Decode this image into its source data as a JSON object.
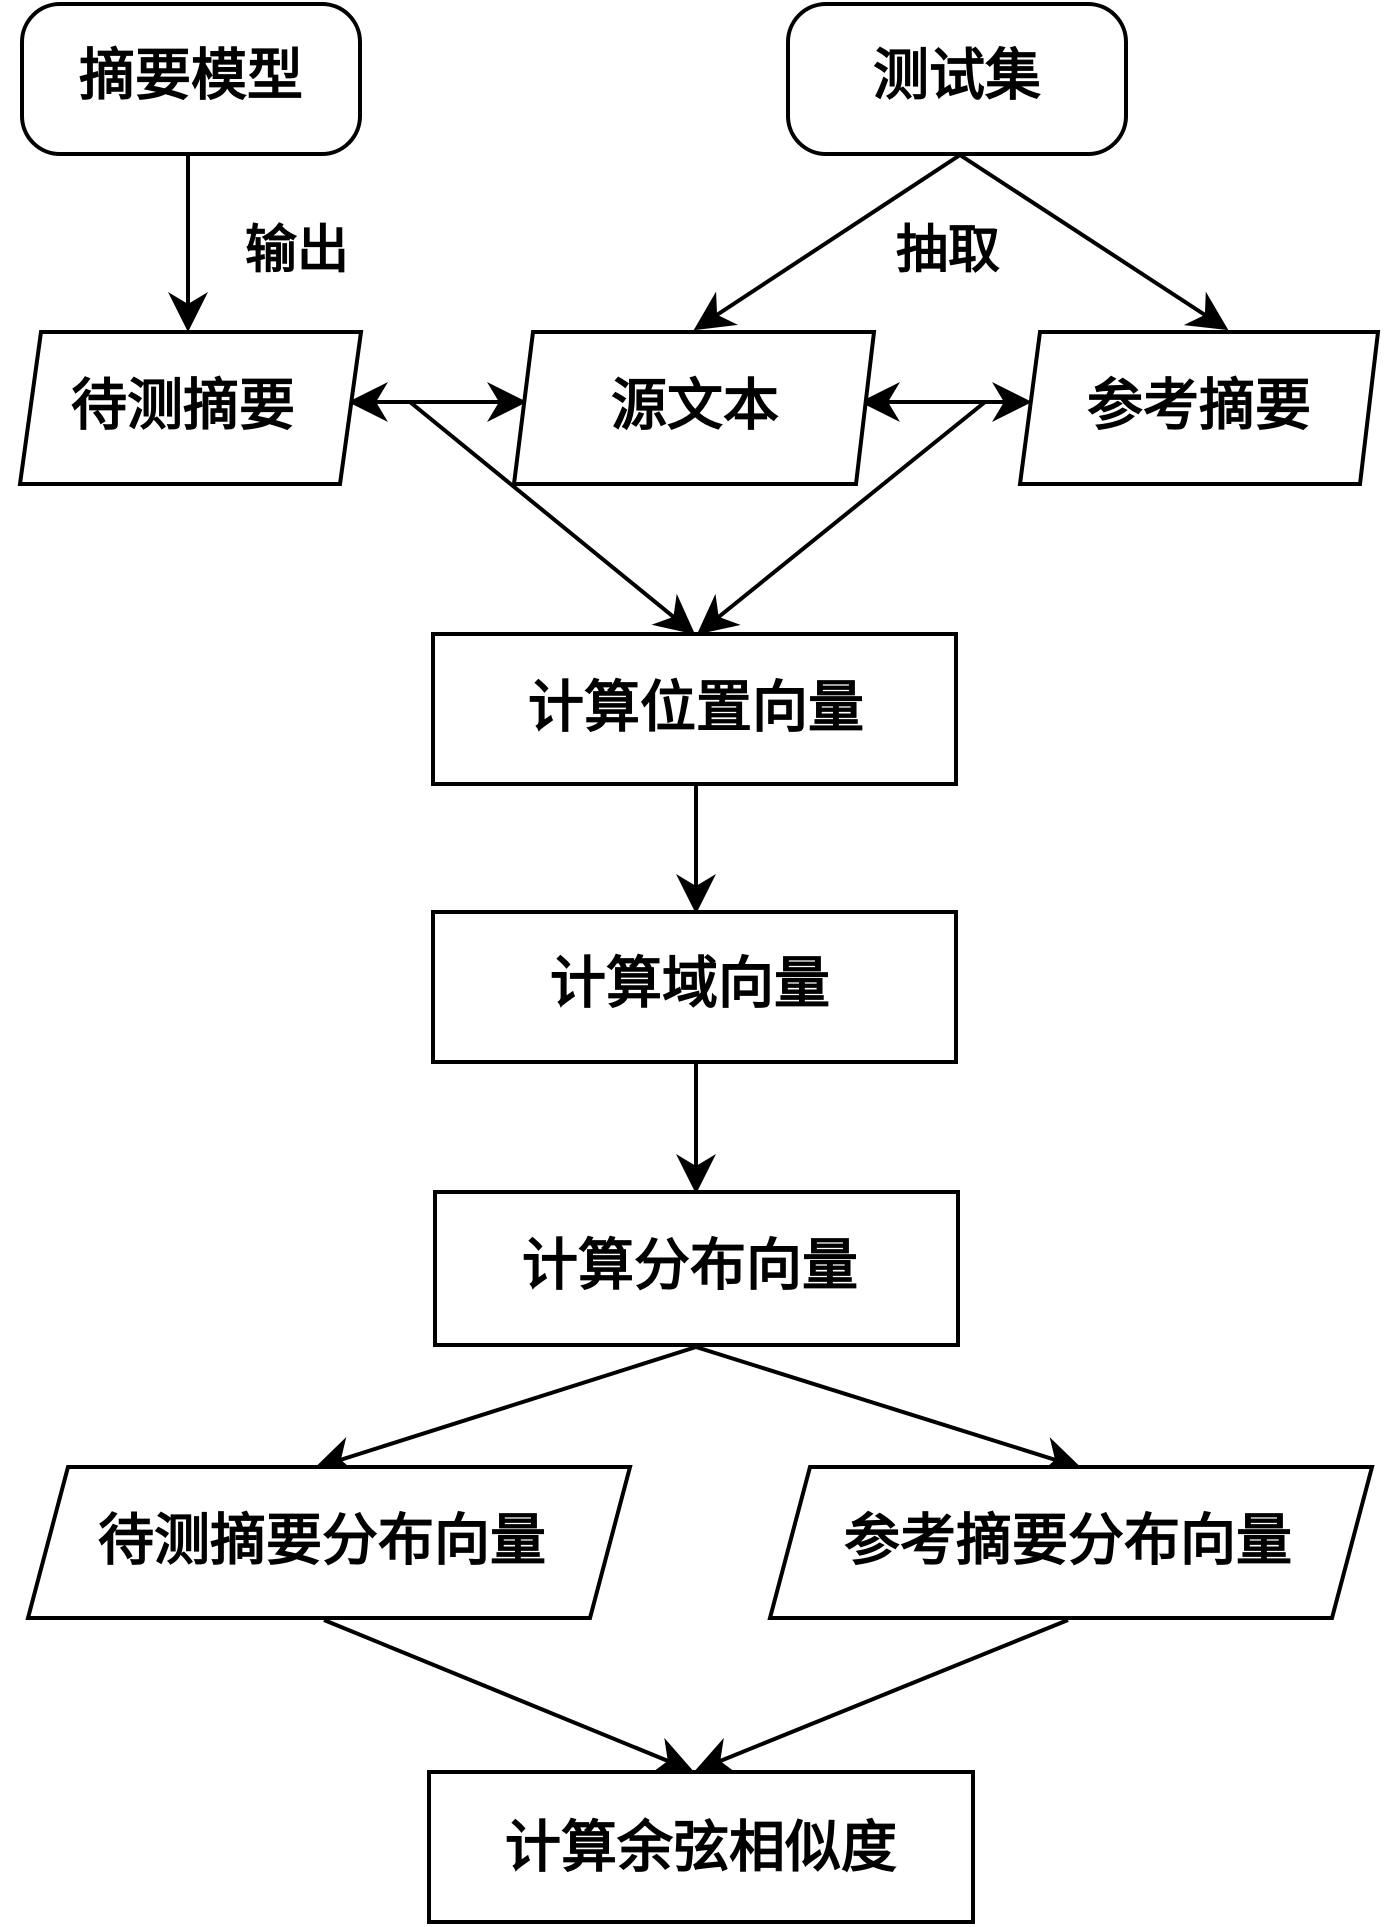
{
  "nodes": {
    "summary_model": "摘要模型",
    "test_set": "测试集",
    "candidate_summary": "待测摘要",
    "source_text": "源文本",
    "reference_summary": "参考摘要",
    "compute_position_vector": "计算位置向量",
    "compute_domain_vector": "计算域向量",
    "compute_distribution_vector": "计算分布向量",
    "candidate_distribution_vector": "待测摘要分布向量",
    "reference_distribution_vector": "参考摘要分布向量",
    "compute_cosine_similarity": "计算余弦相似度"
  },
  "edges": {
    "output_label": "输出",
    "extract_label": "抽取"
  },
  "colors": {
    "stroke": "#000000",
    "fill": "#ffffff"
  }
}
